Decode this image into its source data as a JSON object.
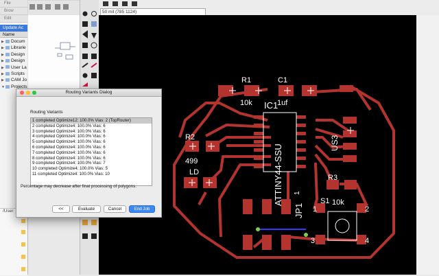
{
  "left_panel": {
    "tabs": [
      "File",
      "Brow",
      "Edit"
    ],
    "update_label": "Update Ac",
    "name_header": "Name",
    "tree": [
      "Docum",
      "Librarie",
      "Design",
      "Design",
      "User La",
      "Scripts",
      "CAM Jo",
      "Projects"
    ],
    "user_path": "/User"
  },
  "toolbar": {
    "coord_readout": "50 mil (785 1124)"
  },
  "dialog": {
    "title": "Routing Variants Dialog",
    "section_label": "Routing Variants",
    "variants": [
      "1 completed Optimize12:  100.0%  Vias: 2 (TopRouter)",
      "2 completed Optimize4:  100.0%  Vias: 6",
      "3 completed Optimize4:  100.0%  Vias: 6",
      "4 completed Optimize4:  100.0%  Vias: 6",
      "5 completed Optimize4:  100.0%  Vias: 6",
      "6 completed Optimize4:  100.0%  Vias: 6",
      "7 completed Optimize4:  100.0%  Vias: 6",
      "8 completed Optimize4:  100.0%  Vias: 6",
      "9 completed Optimize4:  100.0%  Vias: 7",
      "10 completed Optimize4:  100.0%  Vias: 5",
      "11 completed Optimize4:  100.0%  Vias: 10"
    ],
    "note": "Percentage may decrease after final processing of polygons.",
    "buttons": {
      "back": "<<",
      "evaluate": "Evaluate",
      "cancel": "Cancel",
      "end_job": "End Job"
    }
  },
  "board": {
    "labels": {
      "r1": "R1",
      "r1_value": "10k",
      "c1": "C1",
      "c1_value": "1uf",
      "ic": "IC1",
      "ic_name": "ATTINY44-SSU",
      "r2": "R2",
      "r2_value": "499",
      "led": "LD",
      "us3": "US3",
      "r3": "R3",
      "r3_value": "10k",
      "jp1": "JP1",
      "switch": "S1",
      "pin1": "1",
      "pin2": "2",
      "pin3": "3",
      "pin4": "4",
      "jp_pin": "1"
    },
    "colors": {
      "copper": "#b3342f",
      "outline": "#ffffff",
      "background": "#000000",
      "airwire": "#2c3cff"
    }
  }
}
